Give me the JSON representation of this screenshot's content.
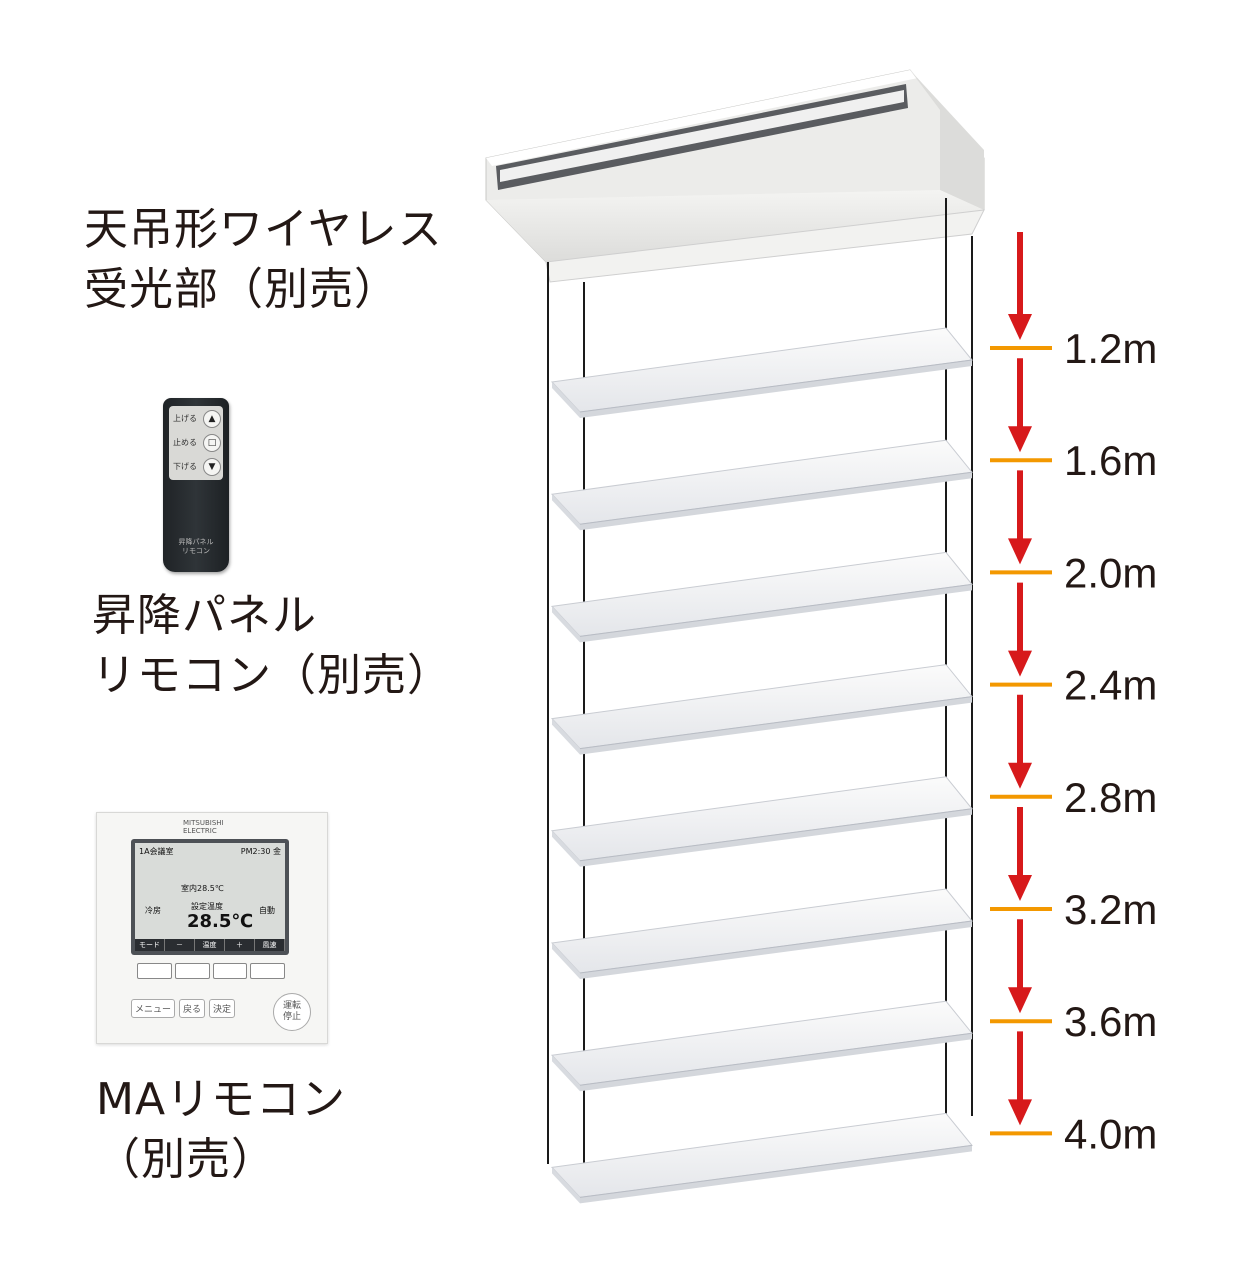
{
  "labels": {
    "ceiling_receiver": {
      "line1": "天吊形ワイヤレス",
      "line2": "受光部（別売）"
    },
    "panel_remote": {
      "line1": "昇降パネル",
      "line2": "リモコン（別売）"
    },
    "ma_remote": {
      "line1": "MAリモコン",
      "line2": "（別売）"
    }
  },
  "heights": [
    "1.2m",
    "1.6m",
    "2.0m",
    "2.4m",
    "2.8m",
    "3.2m",
    "3.6m",
    "4.0m"
  ],
  "ir_remote": {
    "up": "上げる",
    "stop": "止める",
    "down": "下げる",
    "brand_line1": "昇降パネル",
    "brand_line2": "リモコン"
  },
  "ma_remote_detail": {
    "logo_line1": "MITSUBISHI",
    "logo_line2": "ELECTRIC",
    "room": "1A会議室",
    "clock": "PM2:30 金",
    "indoor": "室内28.5℃",
    "mode": "冷房",
    "set_label": "設定温度",
    "set_temp": "28.5℃",
    "fan": "自動",
    "softkeys": [
      "モード",
      "－",
      "温度",
      "＋",
      "風速"
    ],
    "menu": "メニュー",
    "back": "戻る",
    "enter": "決定",
    "power_line1": "運転",
    "power_line2": "停止"
  },
  "colors": {
    "arrow": "#d7191b",
    "tick": "#f39800",
    "text": "#231815",
    "cable": "#1a1a1a"
  }
}
